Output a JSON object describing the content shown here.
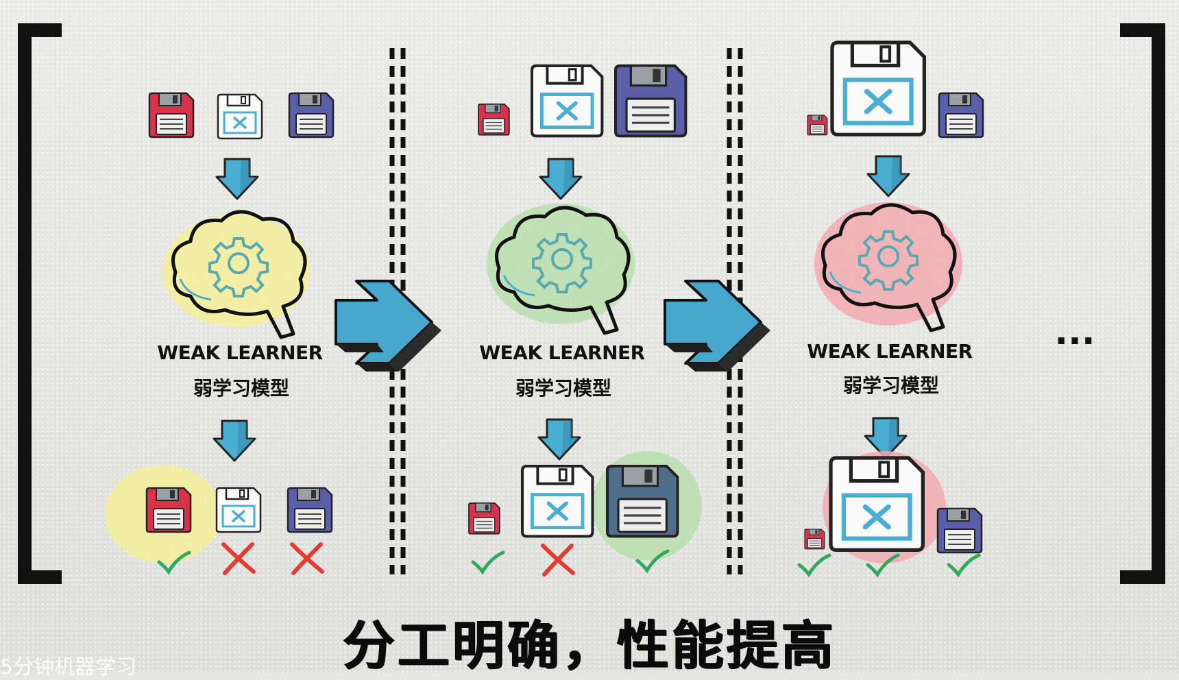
{
  "diagram": {
    "learners": [
      {
        "en_label": "WEAK LEARNER",
        "zh_label": "弱学习模型",
        "tint": "#f3ee9a",
        "inputs": [
          "red-floppy-disk-icon",
          "empty-floppy-disk-icon",
          "blue-floppy-disk-icon"
        ],
        "results": [
          "correct",
          "wrong",
          "wrong"
        ]
      },
      {
        "en_label": "WEAK LEARNER",
        "zh_label": "弱学习模型",
        "tint": "#b9dfae",
        "inputs": [
          "red-floppy-disk-icon",
          "empty-floppy-disk-icon",
          "blue-floppy-disk-icon"
        ],
        "results": [
          "correct",
          "wrong",
          "correct"
        ]
      },
      {
        "en_label": "WEAK LEARNER",
        "zh_label": "弱学习模型",
        "tint": "#f2aab0",
        "inputs": [
          "red-floppy-disk-icon",
          "empty-floppy-disk-icon",
          "blue-floppy-disk-icon"
        ],
        "results": [
          "correct",
          "correct",
          "correct"
        ]
      }
    ],
    "ellipsis": "...",
    "colors": {
      "arrow_blue": "#4aaed3",
      "floppy_red": "#d8334a",
      "floppy_blue": "#5a5fa8",
      "check_green": "#33a85a",
      "cross_red": "#e23b30",
      "gear": "#5aa9b0"
    }
  },
  "caption": "分工明确，性能提高",
  "watermark": "5分钟机器学习"
}
